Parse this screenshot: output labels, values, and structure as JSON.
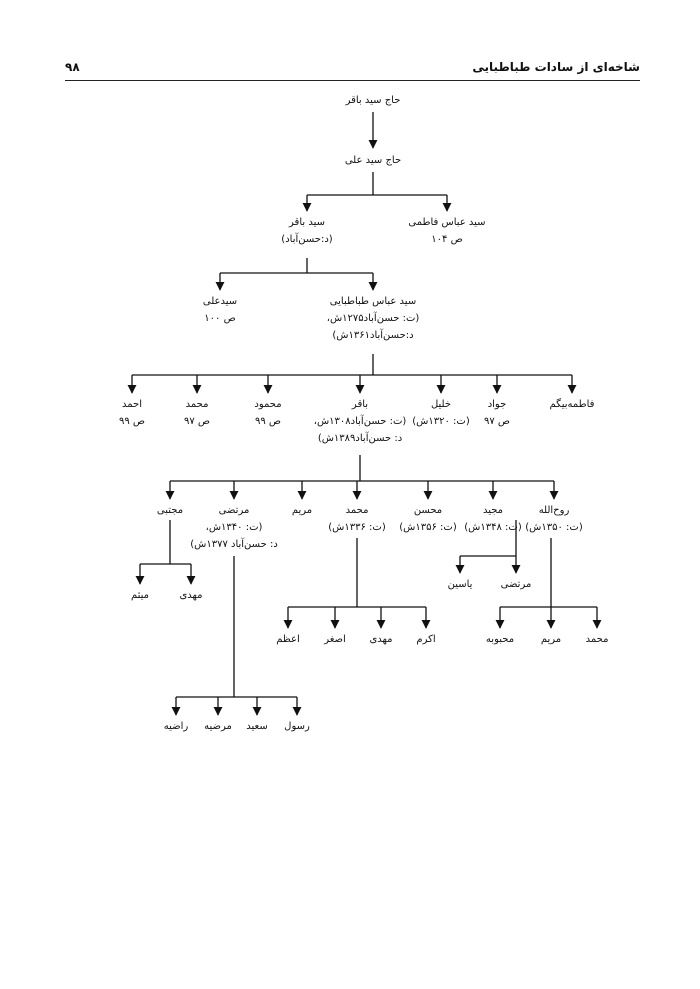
{
  "header": {
    "title": "شاخه‌ای از سادات طباطبایی",
    "page_number": "۹۸"
  },
  "nodes": {
    "n1": [
      "حاج سید باقر"
    ],
    "n2": [
      "حاج سید علی"
    ],
    "n3": [
      "سید باقر",
      "(د:حسن‌آباد)"
    ],
    "n4": [
      "سید عباس فاطمی",
      "ص ۱۰۴"
    ],
    "n5": [
      "سیدعلی",
      "ص ۱۰۰"
    ],
    "n6": [
      "سید عباس طباطبایی",
      "(ت: حسن‌آباد۱۲۷۵ش،",
      "د:حسن‌آباد۱۳۶۱ش)"
    ],
    "n7": [
      "احمد",
      "ص ۹۹"
    ],
    "n8": [
      "محمد",
      "ص ۹۷"
    ],
    "n9": [
      "محمود",
      "ص ۹۹"
    ],
    "n10": [
      "باقر",
      "(ت: حسن‌آباد۱۳۰۸ش،",
      "د: حسن‌آباد۱۳۸۹ش)"
    ],
    "n11": [
      "خلیل",
      "(ت: ۱۳۲۰ش)"
    ],
    "n12": [
      "جواد",
      "ص ۹۷"
    ],
    "n13": [
      "فاطمه‌بیگم"
    ],
    "n14": [
      "مجتبی"
    ],
    "n15": [
      "مرتضی",
      "(ت: ۱۳۴۰ش،",
      "د: حسن‌آباد ۱۳۷۷ش)"
    ],
    "n16": [
      "مریم"
    ],
    "n17": [
      "محمد",
      "(ت: ۱۳۳۶ش)"
    ],
    "n18": [
      "محسن",
      "(ت: ۱۳۵۶ش)"
    ],
    "n19": [
      "مجید",
      "(ت: ۱۳۴۸ش)"
    ],
    "n20": [
      "روح‌الله",
      "(ت: ۱۳۵۰ش)"
    ],
    "n21": [
      "میثم"
    ],
    "n22": [
      "مهدی"
    ],
    "n23": [
      "یاسین"
    ],
    "n24": [
      "مرتضی"
    ],
    "n25": [
      "اعظم"
    ],
    "n26": [
      "اصغر"
    ],
    "n27": [
      "مهدی"
    ],
    "n28": [
      "اکرم"
    ],
    "n29": [
      "محبوبه"
    ],
    "n30": [
      "مریم"
    ],
    "n31": [
      "محمد"
    ],
    "n32": [
      "راضیه"
    ],
    "n33": [
      "مرضیه"
    ],
    "n34": [
      "سعید"
    ],
    "n35": [
      "رسول"
    ]
  }
}
